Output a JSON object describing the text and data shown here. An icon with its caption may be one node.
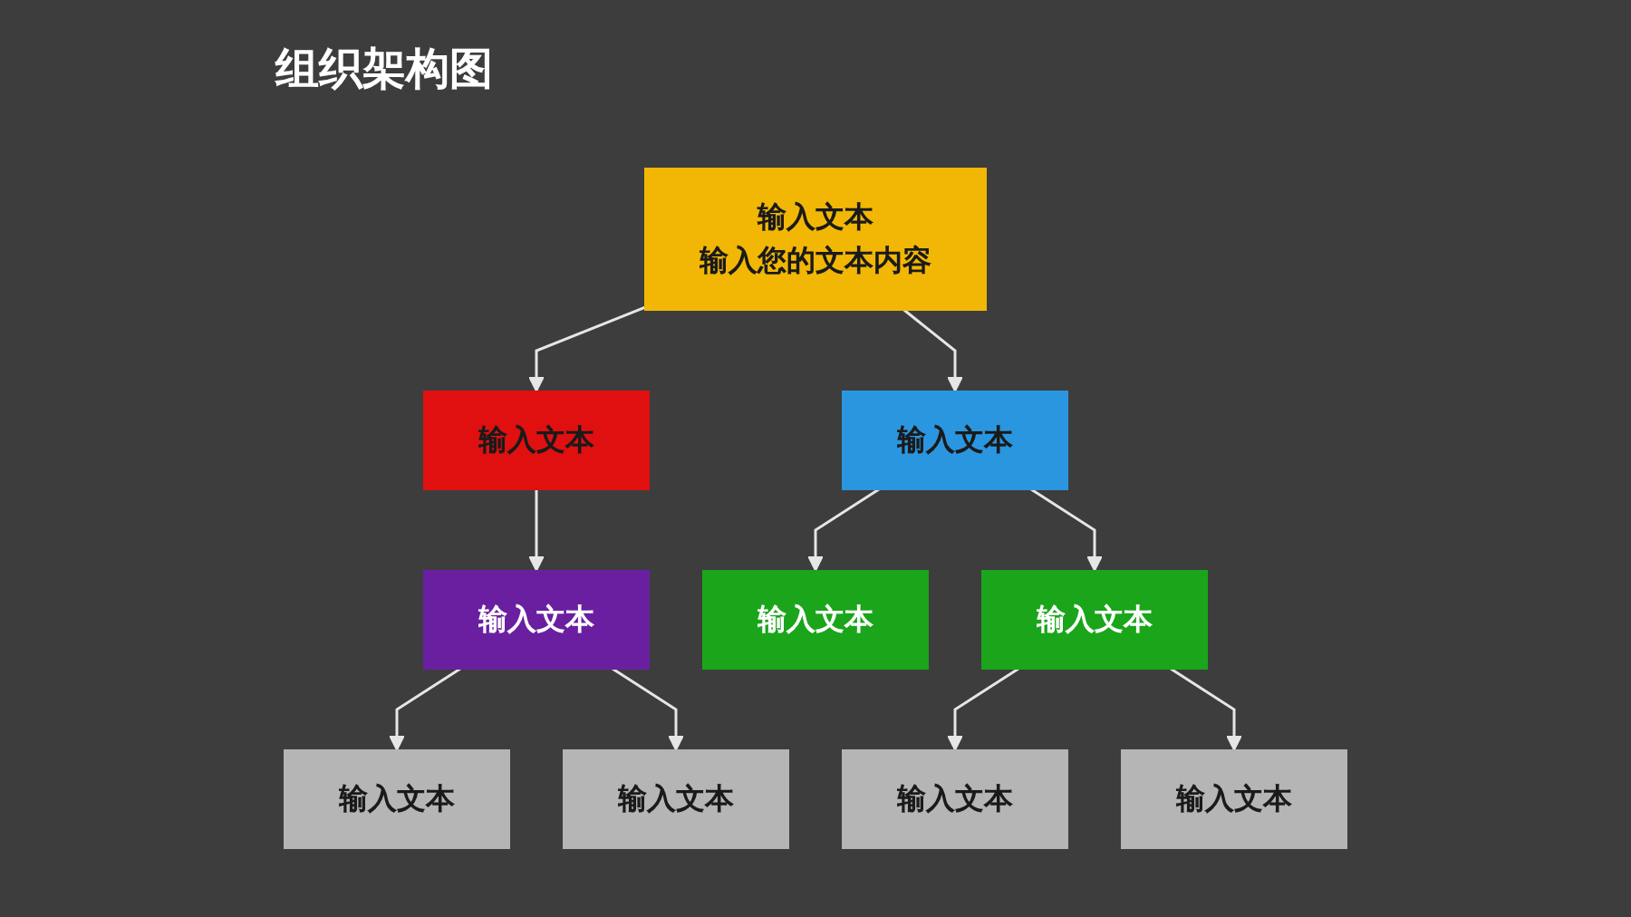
{
  "diagram": {
    "title": "组织架构图",
    "nodes": [
      {
        "text": [
          "输入文本",
          "输入您的文本内容"
        ]
      },
      {
        "text": [
          "输入文本"
        ]
      },
      {
        "text": [
          "输入文本"
        ]
      },
      {
        "text": [
          "输入文本"
        ]
      },
      {
        "text": [
          "输入文本"
        ]
      },
      {
        "text": [
          "输入文本"
        ]
      },
      {
        "text": [
          "输入文本"
        ]
      },
      {
        "text": [
          "输入文本"
        ]
      },
      {
        "text": [
          "输入文本"
        ]
      },
      {
        "text": [
          "输入文本"
        ]
      }
    ],
    "edges": [
      {
        "from": 0,
        "to": 1,
        "arrow": "to"
      },
      {
        "from": 0,
        "to": 2,
        "arrow": "to"
      },
      {
        "from": 1,
        "to": 3,
        "arrow": "to"
      },
      {
        "from": 2,
        "to": 4,
        "arrow": "to"
      },
      {
        "from": 2,
        "to": 5,
        "arrow": "to"
      },
      {
        "from": 3,
        "to": 6,
        "arrow": "to"
      },
      {
        "from": 3,
        "to": 7,
        "arrow": "to"
      },
      {
        "from": 5,
        "to": 8,
        "arrow": "to"
      },
      {
        "from": 5,
        "to": 9,
        "arrow": "to"
      }
    ]
  }
}
